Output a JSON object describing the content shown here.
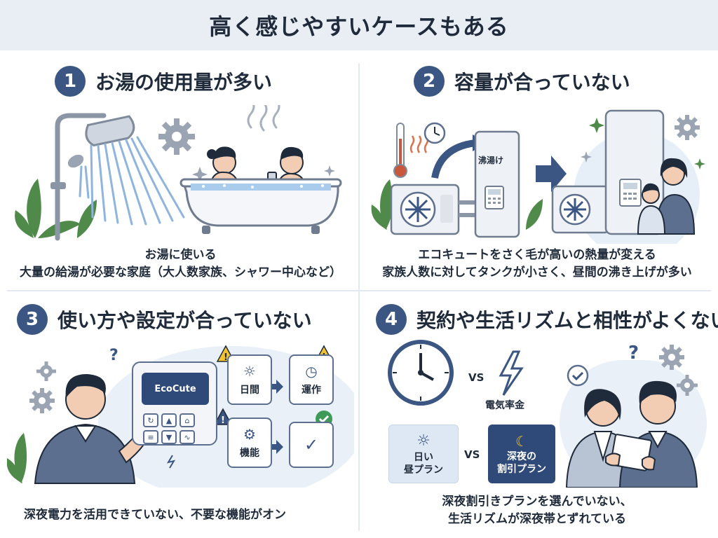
{
  "header": {
    "title": "高く感じやすいケースもある"
  },
  "panels": [
    {
      "number": "1",
      "title": "お湯の使用量が多い",
      "caption_line1": "お湯に使いる",
      "caption_line2": "大量の給湯が必要な家庭（大人数家族、シャワー中心など）"
    },
    {
      "number": "2",
      "title": "容量が合っていない",
      "tank_label": "沸湯け",
      "caption_line1": "エコキュートをさく毛が高いの熱量が変える",
      "caption_line2": "家族人数に対してタンクが小さく、昼間の沸き上げが多い"
    },
    {
      "number": "3",
      "title": "使い方や設定が合っていない",
      "remote_screen": "EcoCute",
      "box_day": "日間",
      "box_operation": "運作",
      "box_function": "機能",
      "caption_line1": "深夜電力を活用できていない、不要な機能がオン"
    },
    {
      "number": "4",
      "title": "契約や生活リズムと相性がよくない",
      "vs_top": "VS",
      "electric_label": "電気率金",
      "plan_day_line1": "日い",
      "plan_day_line2": "昼プラン",
      "vs_bottom": "VS",
      "plan_night_line1": "深夜の",
      "plan_night_line2": "割引プラン",
      "caption_line1": "深夜割引きプランを選んでいない、",
      "caption_line2": "生活リズムが深夜帯とずれている"
    }
  ],
  "colors": {
    "accent": "#3b5683",
    "header_bg": "#e9eef5",
    "line": "#5c6f8f",
    "leaf": "#4f8a4a",
    "warning": "#f2c230",
    "check": "#3f9a5a"
  }
}
